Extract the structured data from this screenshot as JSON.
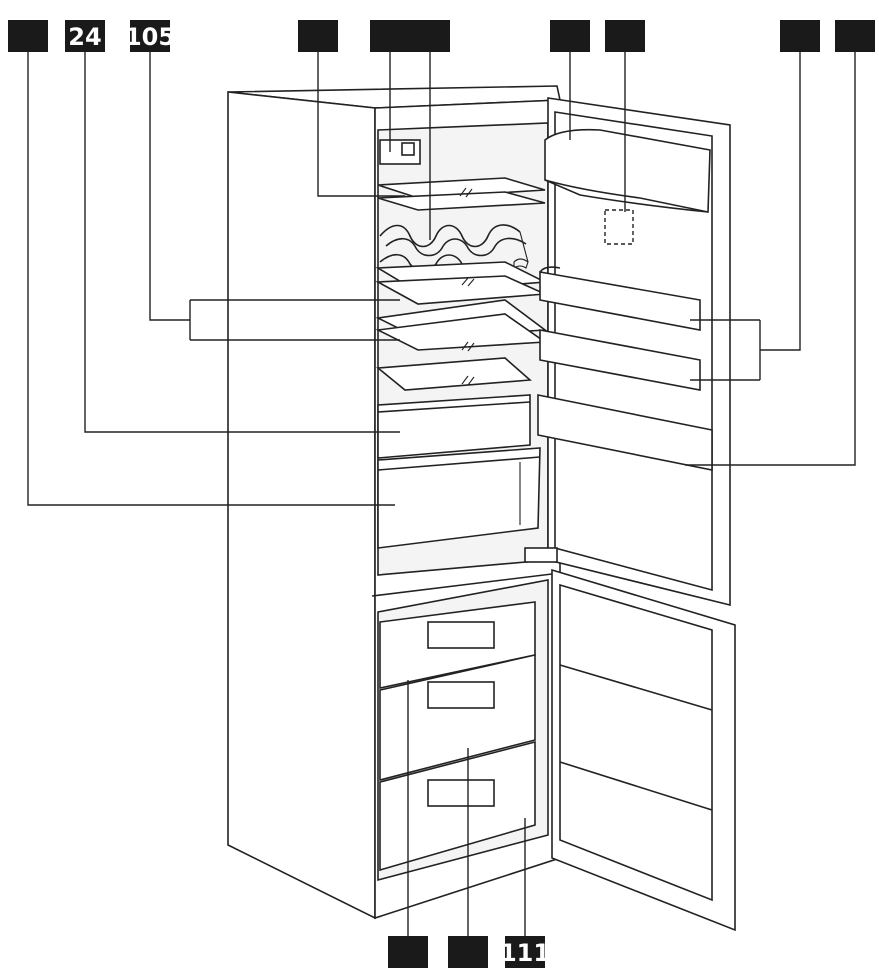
{
  "callouts": [
    {
      "id": "c1",
      "text": ""
    },
    {
      "id": "c2",
      "text": "24"
    },
    {
      "id": "c3",
      "text": "105"
    },
    {
      "id": "c4",
      "text": ""
    },
    {
      "id": "c5",
      "text": ""
    },
    {
      "id": "c6",
      "text": ""
    },
    {
      "id": "c7",
      "text": ""
    },
    {
      "id": "c8",
      "text": ""
    },
    {
      "id": "c9",
      "text": ""
    },
    {
      "id": "c10",
      "text": ""
    },
    {
      "id": "c11",
      "text": ""
    },
    {
      "id": "c12",
      "text": ""
    },
    {
      "id": "c13",
      "text": "111"
    }
  ],
  "colors": {
    "ink": "#222222",
    "callout_fill": "#1a1a1a",
    "callout_text": "#ffffff"
  }
}
